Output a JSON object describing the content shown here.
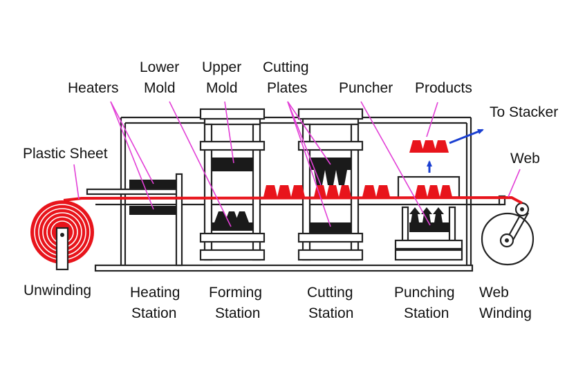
{
  "labels": {
    "heaters": "Heaters",
    "lower_mold": [
      "Lower",
      "Mold"
    ],
    "upper_mold": [
      "Upper",
      "Mold"
    ],
    "cutting_plates": [
      "Cutting",
      "Plates"
    ],
    "puncher": "Puncher",
    "products": "Products",
    "to_stacker": "To Stacker",
    "plastic_sheet": "Plastic Sheet",
    "web": "Web",
    "unwinding": "Unwinding",
    "heating_station": [
      "Heating",
      "Station"
    ],
    "forming_station": [
      "Forming",
      "Station"
    ],
    "cutting_station": [
      "Cutting",
      "Station"
    ],
    "punching_station": [
      "Punching",
      "Station"
    ],
    "web_winding": [
      "Web",
      "Winding"
    ]
  },
  "colors": {
    "sheet": "#e8141b",
    "leader": "#e23fd6",
    "arrow": "#1a3fd1",
    "frame": "#222222"
  }
}
